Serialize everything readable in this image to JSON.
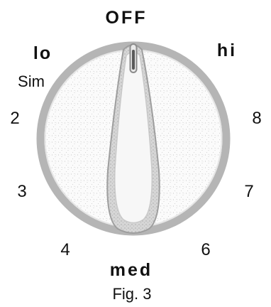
{
  "settings": {
    "off": "OFF",
    "lo": "lo",
    "hi": "hi",
    "sim": "Sim",
    "n2": "2",
    "n3": "3",
    "n4": "4",
    "med": "med",
    "n6": "6",
    "n7": "7",
    "n8": "8"
  },
  "caption": "Fig. 3"
}
